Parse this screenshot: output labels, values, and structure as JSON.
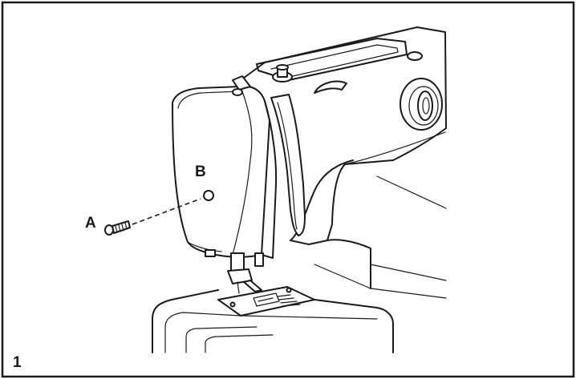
{
  "figure": {
    "number": "1",
    "labels": {
      "screw": "A",
      "hole": "B"
    }
  },
  "colors": {
    "line": "#1a1a1a",
    "frame": "#1a1a1a",
    "background": "#ffffff"
  }
}
